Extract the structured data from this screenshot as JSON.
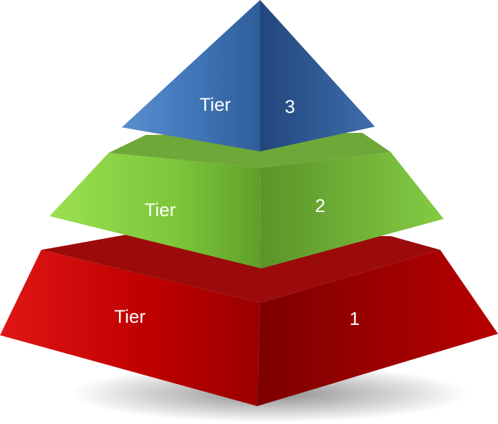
{
  "tiers": [
    {
      "id": "tier-1",
      "label_left": "Tier",
      "label_right": "1",
      "colors": {
        "front_light": "#e01616",
        "front_mid": "#c00000",
        "front_dark": "#9a0000",
        "side_dark": "#7d0000",
        "side_light": "#b80000",
        "top": "#9c0b0b"
      }
    },
    {
      "id": "tier-2",
      "label_left": "Tier",
      "label_right": "2",
      "colors": {
        "front_light": "#9be052",
        "front_mid": "#7cc63a",
        "front_dark": "#5f9f2a",
        "side_dark": "#5a9428",
        "side_light": "#84cb44",
        "top": "#6ea838"
      }
    },
    {
      "id": "tier-3",
      "label_left": "Tier",
      "label_right": "3",
      "colors": {
        "front_light": "#5a8fd0",
        "front_mid": "#3f74b6",
        "front_dark": "#2f5e9a",
        "side_dark": "#22467c",
        "side_light": "#3d6eac",
        "top": "#2e5c98"
      }
    }
  ]
}
